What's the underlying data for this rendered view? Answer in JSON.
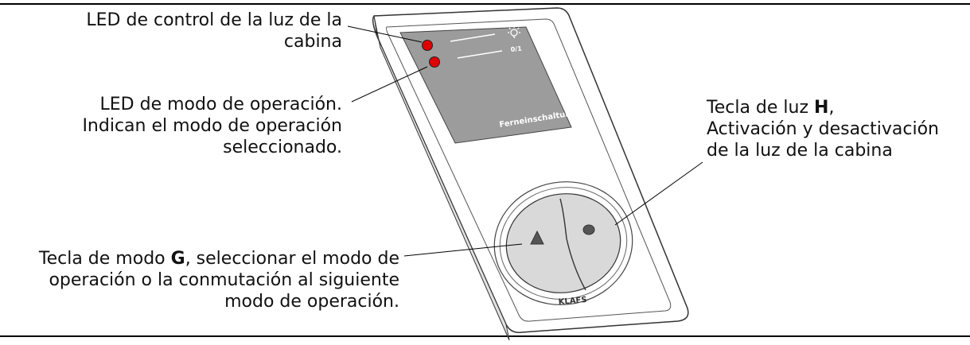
{
  "callouts": {
    "led_light": {
      "line1": "LED de control de la luz de la",
      "line2": "cabina"
    },
    "led_mode": {
      "line1": "LED de modo de operación.",
      "line2": "Indican el modo de operación",
      "line3": "seleccionado."
    },
    "key_light": {
      "line1_prefix": "Tecla de luz ",
      "line1_key": "H",
      "line1_suffix": ",",
      "line2": "Activación y desactivación",
      "line3": "de la luz de la cabina"
    },
    "key_mode": {
      "line1_prefix": "Tecla de modo ",
      "line1_key": "G",
      "line1_suffix": ", seleccionar el modo de",
      "line2": "operación o la conmutación al siguiente",
      "line3": "modo de operación."
    }
  },
  "device": {
    "panel_text": "Ferneinschaltung",
    "mode_indicator": "0/1",
    "brand": "KLAFS",
    "led_color": "#e00000"
  }
}
